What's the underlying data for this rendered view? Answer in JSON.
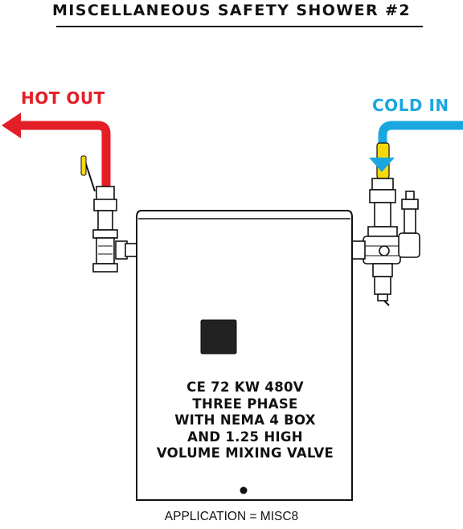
{
  "title": "MISCELLANEOUS SAFETY SHOWER #2",
  "hot_out": {
    "label": "HOT OUT",
    "color": "#e41e26"
  },
  "cold_in": {
    "label": "COLD IN",
    "color": "#1aa7e0"
  },
  "valve_handle_color": "#f5d90a",
  "unit": {
    "spec_lines": [
      "CE 72 KW 480V",
      "THREE PHASE",
      "WITH NEMA 4 BOX",
      "AND 1.25 HIGH",
      "VOLUME MIXING VALVE"
    ]
  },
  "application": "APPLICATION = MISC8"
}
